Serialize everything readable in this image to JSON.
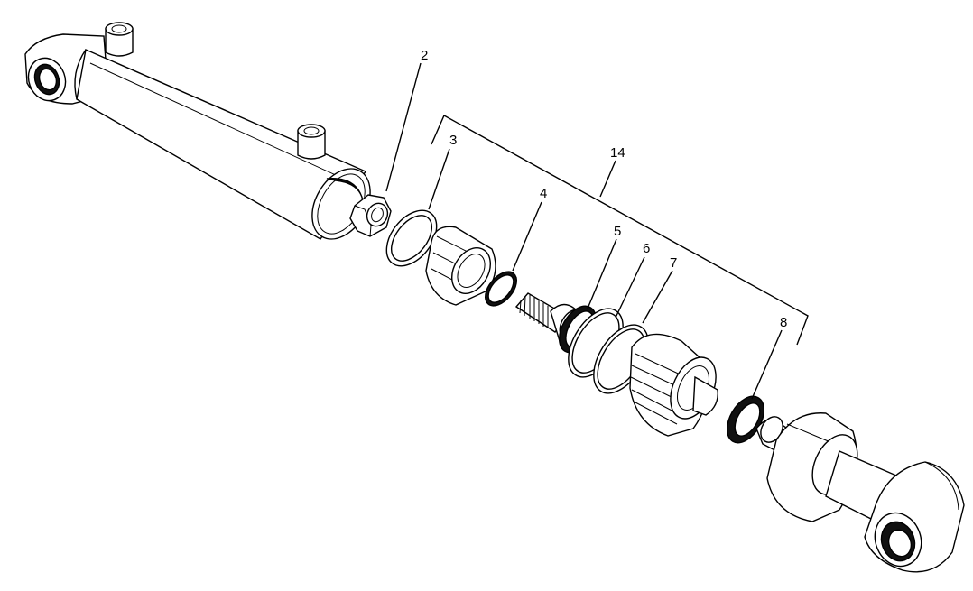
{
  "callouts": {
    "c2": "2",
    "c3": "3",
    "c4": "4",
    "c5": "5",
    "c6": "6",
    "c7": "7",
    "c8": "8",
    "c14": "14"
  }
}
